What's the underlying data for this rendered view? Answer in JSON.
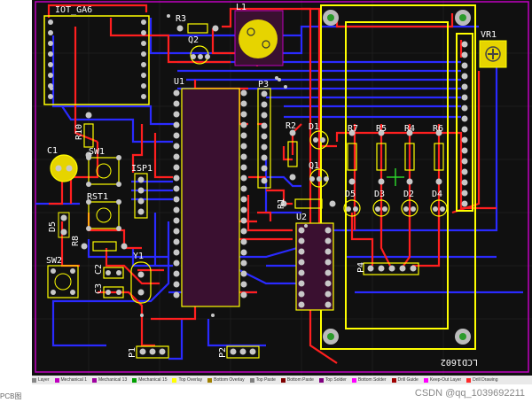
{
  "board": {
    "labels": {
      "iot": "IOT_GA6",
      "r3": "R3",
      "l1": "L1",
      "q2": "Q2",
      "u1": "U1",
      "p3": "P3",
      "r2": "R2",
      "d1": "D1",
      "q1": "Q1",
      "r1": "R1",
      "u2": "U2",
      "vr1": "VR1",
      "r7": "R7",
      "r5": "R5",
      "r4": "R4",
      "r6": "R6",
      "d5": "D5",
      "d3": "D3",
      "d2": "D2",
      "d4": "D4",
      "c1": "C1",
      "r10": "R10",
      "sw1": "SW1",
      "isp1": "ISP1",
      "rst1": "RST1",
      "d5b": "D5",
      "r8": "R8",
      "sw2": "SW2",
      "y1": "Y1",
      "c2": "C2",
      "c3": "C3",
      "p1": "P1",
      "p2": "P2",
      "p4": "P4",
      "lcd": "LCD1602"
    },
    "colors": {
      "background": "#101010",
      "top_layer": "#ff1f1f",
      "bottom_layer": "#2a2aff",
      "overlay": "#ffff00",
      "pad": "#c8c8c8",
      "hole": "#3a3a9a",
      "keepout": "#c000c0"
    }
  },
  "layers": [
    {
      "name": "Layer",
      "color": "#888888"
    },
    {
      "name": "Mechanical 1",
      "color": "#c000c0"
    },
    {
      "name": "Mechanical 13",
      "color": "#a000a0"
    },
    {
      "name": "Mechanical 15",
      "color": "#00a000"
    },
    {
      "name": "Top Overlay",
      "color": "#ffff00"
    },
    {
      "name": "Bottom Overlay",
      "color": "#a08000"
    },
    {
      "name": "Top Paste",
      "color": "#808080"
    },
    {
      "name": "Bottom Paste",
      "color": "#800000"
    },
    {
      "name": "Top Solder",
      "color": "#800080"
    },
    {
      "name": "Bottom Solder",
      "color": "#ff00ff"
    },
    {
      "name": "Drill Guide",
      "color": "#a00000"
    },
    {
      "name": "Keep-Out Layer",
      "color": "#ff00ff"
    },
    {
      "name": "Drill Drawing",
      "color": "#ff2a2a"
    }
  ],
  "caption": "PCB图",
  "watermark": "CSDN @qq_1039692211"
}
